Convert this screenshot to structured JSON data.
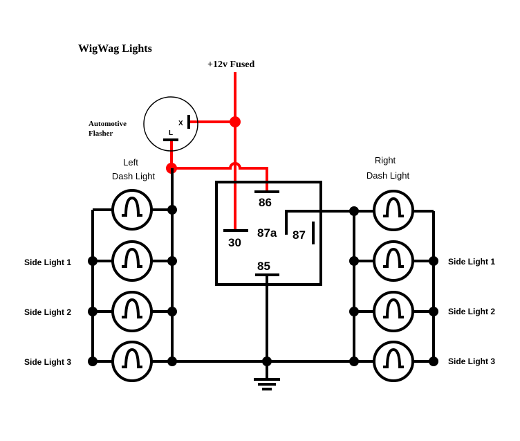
{
  "title": "WigWag Lights",
  "supply_label": "+12v Fused",
  "flasher": {
    "label_line1": "Automotive",
    "label_line2": "Flasher",
    "pin_x": "X",
    "pin_l": "L"
  },
  "left_dash": {
    "line1": "Left",
    "line2": "Dash Light"
  },
  "right_dash": {
    "line1": "Right",
    "line2": "Dash Light"
  },
  "relay_pins": {
    "p86": "86",
    "p30": "30",
    "p87a": "87a",
    "p87": "87",
    "p85": "85"
  },
  "left_side_lights": [
    "Side Light 1",
    "Side Light 2",
    "Side Light 3"
  ],
  "right_side_lights": [
    "Side Light 1",
    "Side Light 2",
    "Side Light 3"
  ],
  "colors": {
    "wire": "#000000",
    "power": "#ff0000"
  }
}
